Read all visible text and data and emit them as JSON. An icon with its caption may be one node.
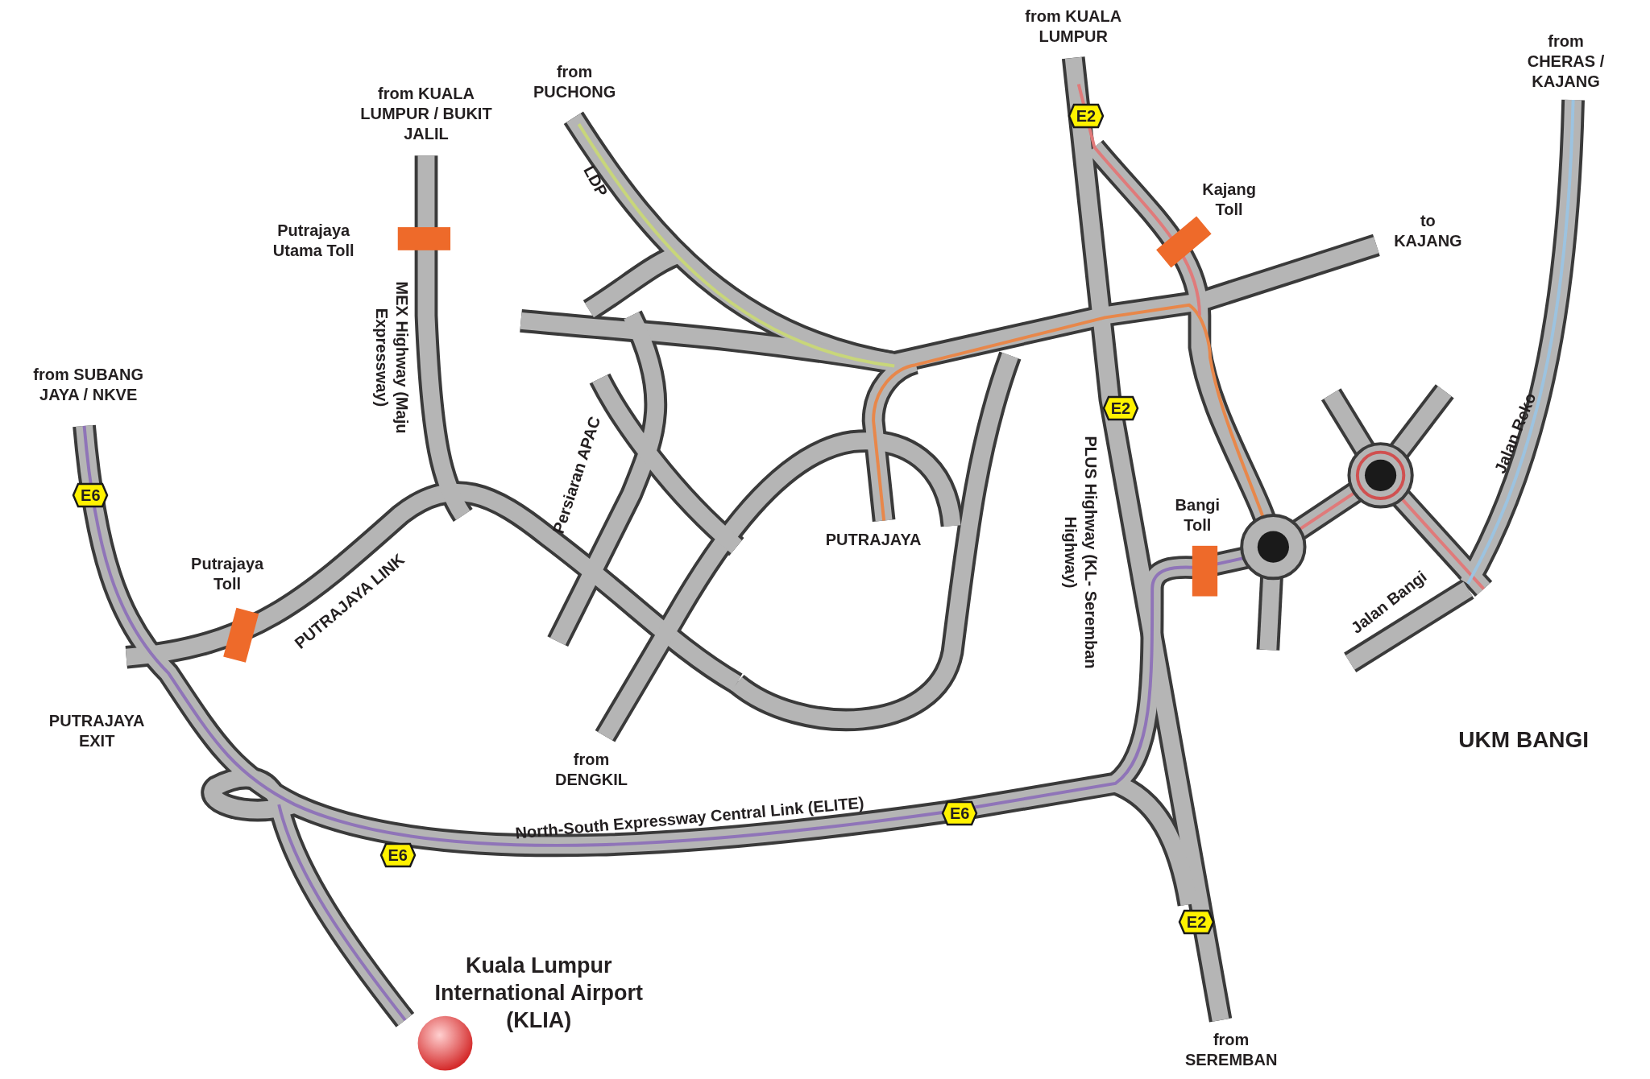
{
  "diagram": {
    "nodes": [
      {
        "text": [
          "E2"
        ]
      },
      {
        "text": [
          "E2"
        ]
      },
      {
        "text": [
          "E6"
        ]
      },
      {
        "text": [
          "E6"
        ]
      },
      {
        "text": [
          "E6"
        ]
      },
      {
        "text": [
          "E2"
        ]
      }
    ],
    "labels": [
      "from KUALA LUMPUR / BUKIT JALIL",
      "from PUCHONG",
      "from KUALA LUMPUR",
      "from CHERAS / KAJANG",
      "Putrajaya Utama Toll",
      "LDP",
      "Kajang Toll",
      "to KAJANG",
      "MEX Highway (Maju Expressway)",
      "from SUBANG JAYA / NKVE",
      "Persiaran APAC",
      "PLUS Highway (KL- Seremban Highway)",
      "Jalan Reko",
      "Putrajaya Toll",
      "PUTRAJAYA LINK",
      "PUTRAJAYA",
      "Bangi Toll",
      "Jalan Bangi",
      "PUTRAJAYA EXIT",
      "UKM BANGI",
      "from DENGKIL",
      "North-South Expressway Central Link (ELITE)",
      "Kuala Lumpur International Airport (KLIA)",
      "from SEREMBAN"
    ]
  }
}
